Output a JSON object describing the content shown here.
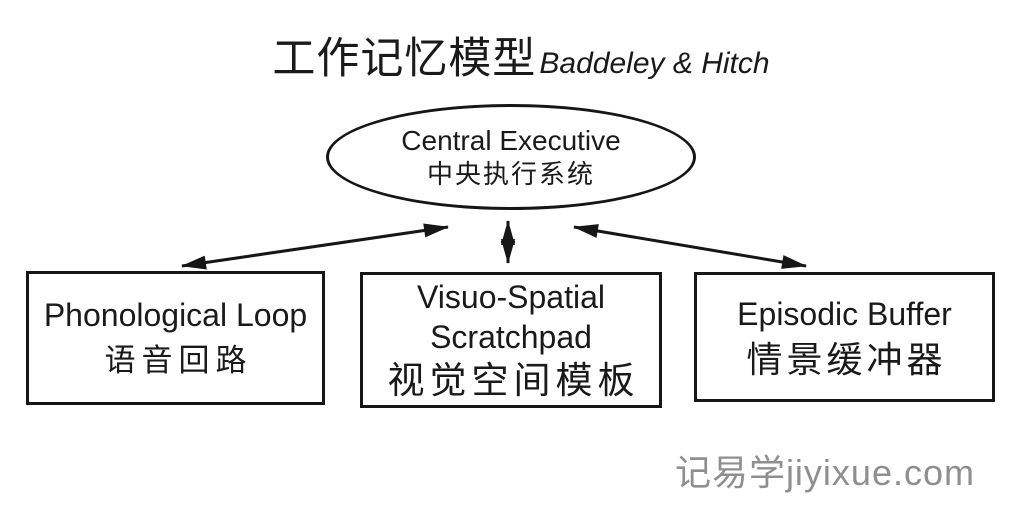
{
  "title": {
    "zh": "工作记忆模型",
    "en": "Baddeley & Hitch"
  },
  "central_executive": {
    "en": "Central Executive",
    "zh": "中央执行系统"
  },
  "boxes": [
    {
      "lines": [
        "Phonological Loop",
        "语音回路"
      ]
    },
    {
      "lines": [
        "Visuo-Spatial",
        "Scratchpad",
        "视觉空间模板"
      ]
    },
    {
      "lines": [
        "Episodic Buffer",
        "情景缓冲器"
      ]
    }
  ],
  "watermark": "记易学jiyixue.com",
  "colors": {
    "stroke": "#161616",
    "text": "#1a1a1a",
    "watermark": "#8f8f8f",
    "background": "#ffffff"
  }
}
